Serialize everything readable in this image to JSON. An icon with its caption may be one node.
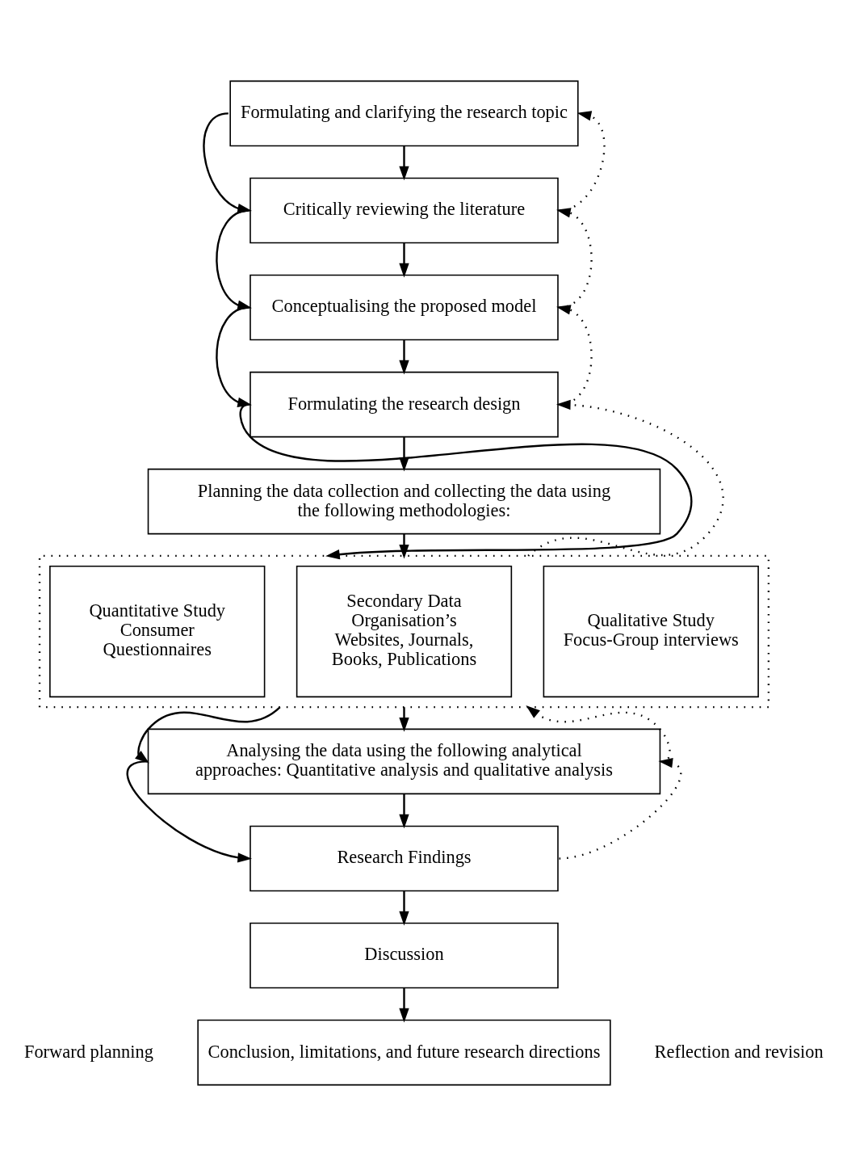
{
  "diagram": {
    "nodes": [
      {
        "text": [
          "Formulating and clarifying the research topic"
        ]
      },
      {
        "text": [
          "Critically reviewing the literature"
        ]
      },
      {
        "text": [
          "Conceptualising the proposed model"
        ]
      },
      {
        "text": [
          "Formulating the research design"
        ]
      },
      {
        "text": [
          "Planning the data collection and collecting the data using the following methodologies:"
        ]
      },
      {
        "text": [],
        "shape": "box"
      },
      {
        "text": [
          "Quantitative Study",
          "Consumer Questionnaires"
        ],
        "in": 5
      },
      {
        "text": [
          "Secondary Data",
          "Organisation’s Websites, Journals, Books, Publications"
        ],
        "in": 5
      },
      {
        "text": [
          "Qualitative Study",
          "Focus-Group interviews"
        ],
        "in": 5
      },
      {
        "text": [
          "Analysing the data using the following analytical approaches: Quantitative analysis and qualitative analysis"
        ]
      },
      {
        "text": [
          "Research Findings"
        ]
      },
      {
        "text": [
          "Discussion"
        ]
      },
      {
        "text": [
          "Conclusion, limitations, and future research directions"
        ]
      }
    ],
    "edges": [
      {
        "from": 0,
        "to": 1,
        "arrow": "to"
      },
      {
        "from": 1,
        "to": 2,
        "arrow": "to"
      },
      {
        "from": 2,
        "to": 3,
        "arrow": "to"
      },
      {
        "from": 3,
        "to": 4,
        "arrow": "to"
      },
      {
        "from": 4,
        "to": 5,
        "arrow": "to"
      },
      {
        "from": 5,
        "to": 9,
        "arrow": "to"
      },
      {
        "from": 9,
        "to": 10,
        "arrow": "to"
      },
      {
        "from": 10,
        "to": 11,
        "arrow": "to"
      },
      {
        "from": 11,
        "to": 12,
        "arrow": "to"
      },
      {
        "from": 0,
        "to": 1,
        "arrow": "to"
      },
      {
        "from": 1,
        "to": 2,
        "arrow": "to"
      },
      {
        "from": 2,
        "to": 3,
        "arrow": "to"
      },
      {
        "from": 3,
        "to": 5,
        "arrow": "to"
      },
      {
        "from": 5,
        "to": 9,
        "arrow": "to"
      },
      {
        "from": 9,
        "to": 10,
        "arrow": "to"
      },
      {
        "from": 1,
        "to": 0,
        "arrow": "to",
        "style": "dashed"
      },
      {
        "from": 2,
        "to": 1,
        "arrow": "to",
        "style": "dashed"
      },
      {
        "from": 3,
        "to": 2,
        "arrow": "to",
        "style": "dashed"
      },
      {
        "from": 5,
        "to": 3,
        "arrow": "to",
        "style": "dashed"
      },
      {
        "from": 9,
        "to": 5,
        "arrow": "to",
        "style": "dashed"
      },
      {
        "from": 10,
        "to": 9,
        "arrow": "to",
        "style": "dashed"
      }
    ],
    "legend": [
      {
        "text": "Forward planning"
      },
      {
        "text": "Reflection and revision"
      }
    ]
  }
}
